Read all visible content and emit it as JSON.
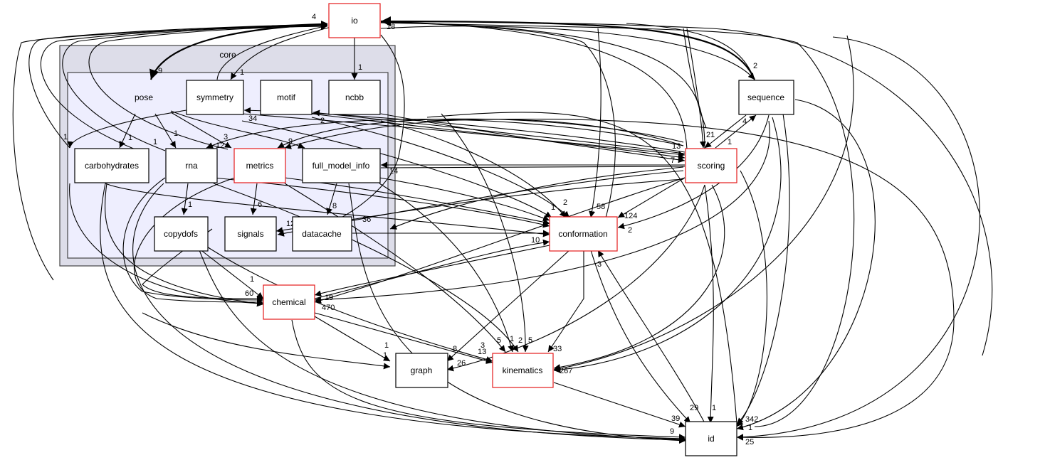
{
  "diagram": {
    "type": "directory-dependency-graph",
    "clusters": [
      {
        "id": "core",
        "label": "core",
        "fill": "#dddde9",
        "stroke": "#444444"
      },
      {
        "id": "pose",
        "label": "pose",
        "fill": "#eeeefe",
        "stroke": "#444444"
      }
    ],
    "nodes": [
      {
        "id": "io",
        "label": "io",
        "border": "#e41a1c"
      },
      {
        "id": "symmetry",
        "label": "symmetry",
        "border": "#000000"
      },
      {
        "id": "motif",
        "label": "motif",
        "border": "#000000"
      },
      {
        "id": "ncbb",
        "label": "ncbb",
        "border": "#000000"
      },
      {
        "id": "carbohydrates",
        "label": "carbohydrates",
        "border": "#000000"
      },
      {
        "id": "rna",
        "label": "rna",
        "border": "#000000"
      },
      {
        "id": "metrics",
        "label": "metrics",
        "border": "#e41a1c"
      },
      {
        "id": "full_model_info",
        "label": "full_model_info",
        "border": "#000000"
      },
      {
        "id": "copydofs",
        "label": "copydofs",
        "border": "#000000"
      },
      {
        "id": "signals",
        "label": "signals",
        "border": "#000000"
      },
      {
        "id": "datacache",
        "label": "datacache",
        "border": "#000000"
      },
      {
        "id": "sequence",
        "label": "sequence",
        "border": "#000000"
      },
      {
        "id": "scoring",
        "label": "scoring",
        "border": "#e41a1c"
      },
      {
        "id": "conformation",
        "label": "conformation",
        "border": "#e41a1c"
      },
      {
        "id": "chemical",
        "label": "chemical",
        "border": "#e41a1c"
      },
      {
        "id": "graph",
        "label": "graph",
        "border": "#000000"
      },
      {
        "id": "kinematics",
        "label": "kinematics",
        "border": "#e41a1c"
      },
      {
        "id": "id",
        "label": "id",
        "border": "#000000"
      }
    ],
    "edge_labels": [
      {
        "id": "pose-io",
        "text": "9"
      },
      {
        "id": "io-symmetry",
        "text": "1"
      },
      {
        "id": "io-ncbb",
        "text": "1"
      },
      {
        "id": "io-in",
        "text": "18"
      },
      {
        "id": "io-left",
        "text": "4"
      },
      {
        "id": "pose-carb",
        "text": "1"
      },
      {
        "id": "pose-rna",
        "text": "1"
      },
      {
        "id": "pose-carb2",
        "text": "1"
      },
      {
        "id": "pose-carb3",
        "text": "1"
      },
      {
        "id": "rna-copydofs",
        "text": "1"
      },
      {
        "id": "metrics-signals",
        "text": "6"
      },
      {
        "id": "fmi-datacache",
        "text": "8"
      },
      {
        "id": "to-metrics",
        "text": "3"
      },
      {
        "id": "to-metrics2",
        "text": "12"
      },
      {
        "id": "to-metrics3",
        "text": "9"
      },
      {
        "id": "symmetry-in",
        "text": "34"
      },
      {
        "id": "motif-in",
        "text": "2"
      },
      {
        "id": "fmi-in",
        "text": "14"
      },
      {
        "id": "signals-in",
        "text": "12"
      },
      {
        "id": "datacache-in",
        "text": "36"
      },
      {
        "id": "seq-in",
        "text": "2"
      },
      {
        "id": "scoring-21",
        "text": "21"
      },
      {
        "id": "scoring-1",
        "text": "1"
      },
      {
        "id": "seq-4",
        "text": "4"
      },
      {
        "id": "scoring-13",
        "text": "13"
      },
      {
        "id": "scoring-7",
        "text": "7"
      },
      {
        "id": "conf-1",
        "text": "1"
      },
      {
        "id": "conf-2",
        "text": "2"
      },
      {
        "id": "conf-58",
        "text": "58"
      },
      {
        "id": "conf-24",
        "text": "124"
      },
      {
        "id": "conf-2b",
        "text": "2"
      },
      {
        "id": "conf-10",
        "text": "10"
      },
      {
        "id": "conf-3",
        "text": "3"
      },
      {
        "id": "chem-19",
        "text": "19"
      },
      {
        "id": "chem-470",
        "text": "470"
      },
      {
        "id": "chem-1",
        "text": "1"
      },
      {
        "id": "chem-left",
        "text": "60"
      },
      {
        "id": "graph-1",
        "text": "1"
      },
      {
        "id": "graph-1b",
        "text": "1"
      },
      {
        "id": "graph-8",
        "text": "8"
      },
      {
        "id": "graph-26",
        "text": "26"
      },
      {
        "id": "kin-3",
        "text": "3"
      },
      {
        "id": "kin-13",
        "text": "13"
      },
      {
        "id": "kin-5",
        "text": "5"
      },
      {
        "id": "kin-1",
        "text": "1"
      },
      {
        "id": "kin-2",
        "text": "2"
      },
      {
        "id": "kin-5b",
        "text": "5"
      },
      {
        "id": "kin-33",
        "text": "33"
      },
      {
        "id": "kin-right",
        "text": "267"
      },
      {
        "id": "id-39",
        "text": "39"
      },
      {
        "id": "id-29",
        "text": "29"
      },
      {
        "id": "id-1",
        "text": "1"
      },
      {
        "id": "id-342",
        "text": "342"
      },
      {
        "id": "id-1b",
        "text": "1"
      },
      {
        "id": "id-25",
        "text": "25"
      },
      {
        "id": "id-left",
        "text": "9"
      }
    ]
  }
}
